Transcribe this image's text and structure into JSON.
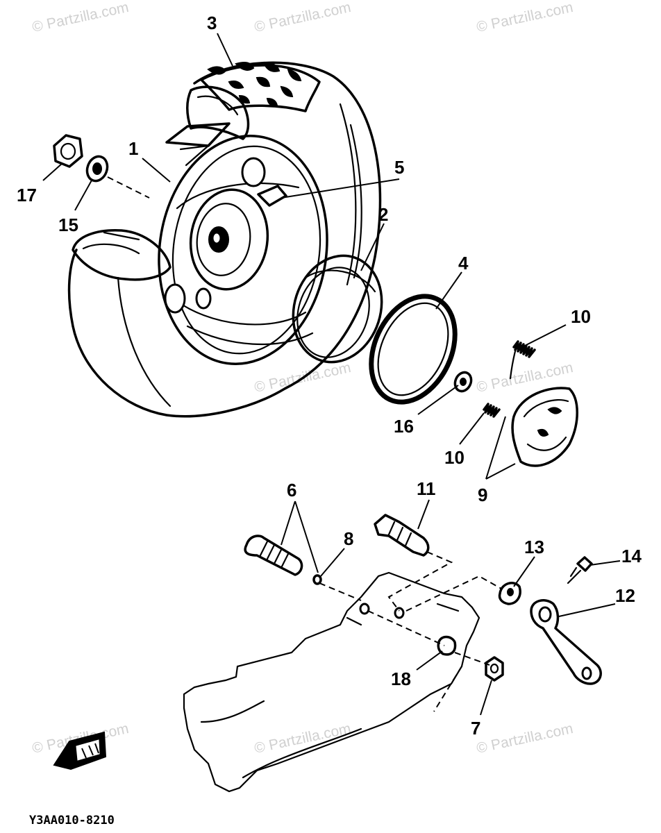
{
  "diagram": {
    "code": "Y3AA010-8210",
    "watermark": "© Partzilla.com",
    "callouts": {
      "c1": "1",
      "c2": "2",
      "c3": "3",
      "c4": "4",
      "c5": "5",
      "c6": "6",
      "c7": "7",
      "c8": "8",
      "c9": "9",
      "c10a": "10",
      "c10b": "10",
      "c11": "11",
      "c12": "12",
      "c13": "13",
      "c14": "14",
      "c15": "15",
      "c16": "16",
      "c17": "17",
      "c18": "18"
    }
  }
}
